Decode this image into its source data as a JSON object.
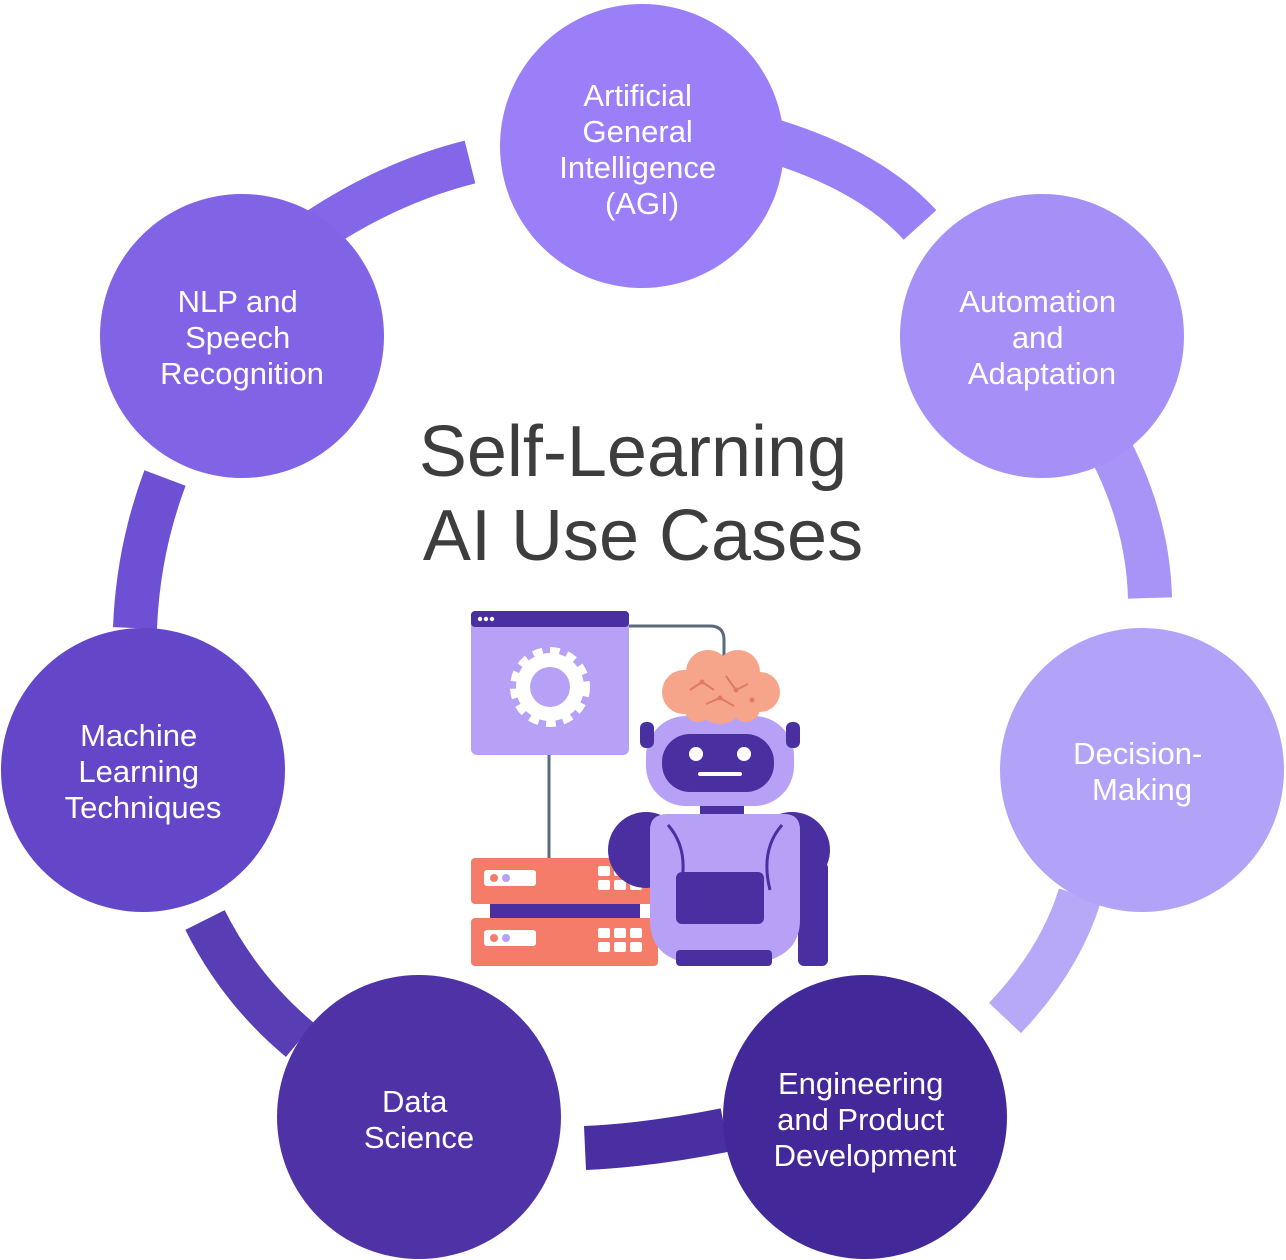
{
  "title": {
    "line1": "Self-Learning",
    "line2": "AI Use Cases"
  },
  "nodes": [
    {
      "id": "agi",
      "lines": [
        "Artificial",
        "General",
        "Intelligence",
        "(AGI)"
      ],
      "color": "#9b7ff8"
    },
    {
      "id": "automation",
      "lines": [
        "Automation",
        "and",
        "Adaptation"
      ],
      "color": "#a690f7"
    },
    {
      "id": "decision",
      "lines": [
        "Decision-",
        "Making"
      ],
      "color": "#b3a3f8"
    },
    {
      "id": "engineering",
      "lines": [
        "Engineering",
        "and Product",
        "Development"
      ],
      "color": "#43289a"
    },
    {
      "id": "datascience",
      "lines": [
        "Data",
        "Science"
      ],
      "color": "#4f33a6"
    },
    {
      "id": "ml",
      "lines": [
        "Machine",
        "Learning",
        "Techniques"
      ],
      "color": "#6447c9"
    },
    {
      "id": "nlp",
      "lines": [
        "NLP and",
        "Speech",
        "Recognition"
      ],
      "color": "#8163e6"
    }
  ],
  "colors": {
    "title": "#3d3d3d",
    "server": "#f57c69",
    "robot_body": "#b7a1f7",
    "robot_dark": "#4a2fa0",
    "brain": "#f7a58a",
    "window": "#b7a1f7"
  },
  "icons": [
    "gear-icon",
    "robot-icon",
    "server-icon",
    "brain-icon",
    "window-icon"
  ]
}
